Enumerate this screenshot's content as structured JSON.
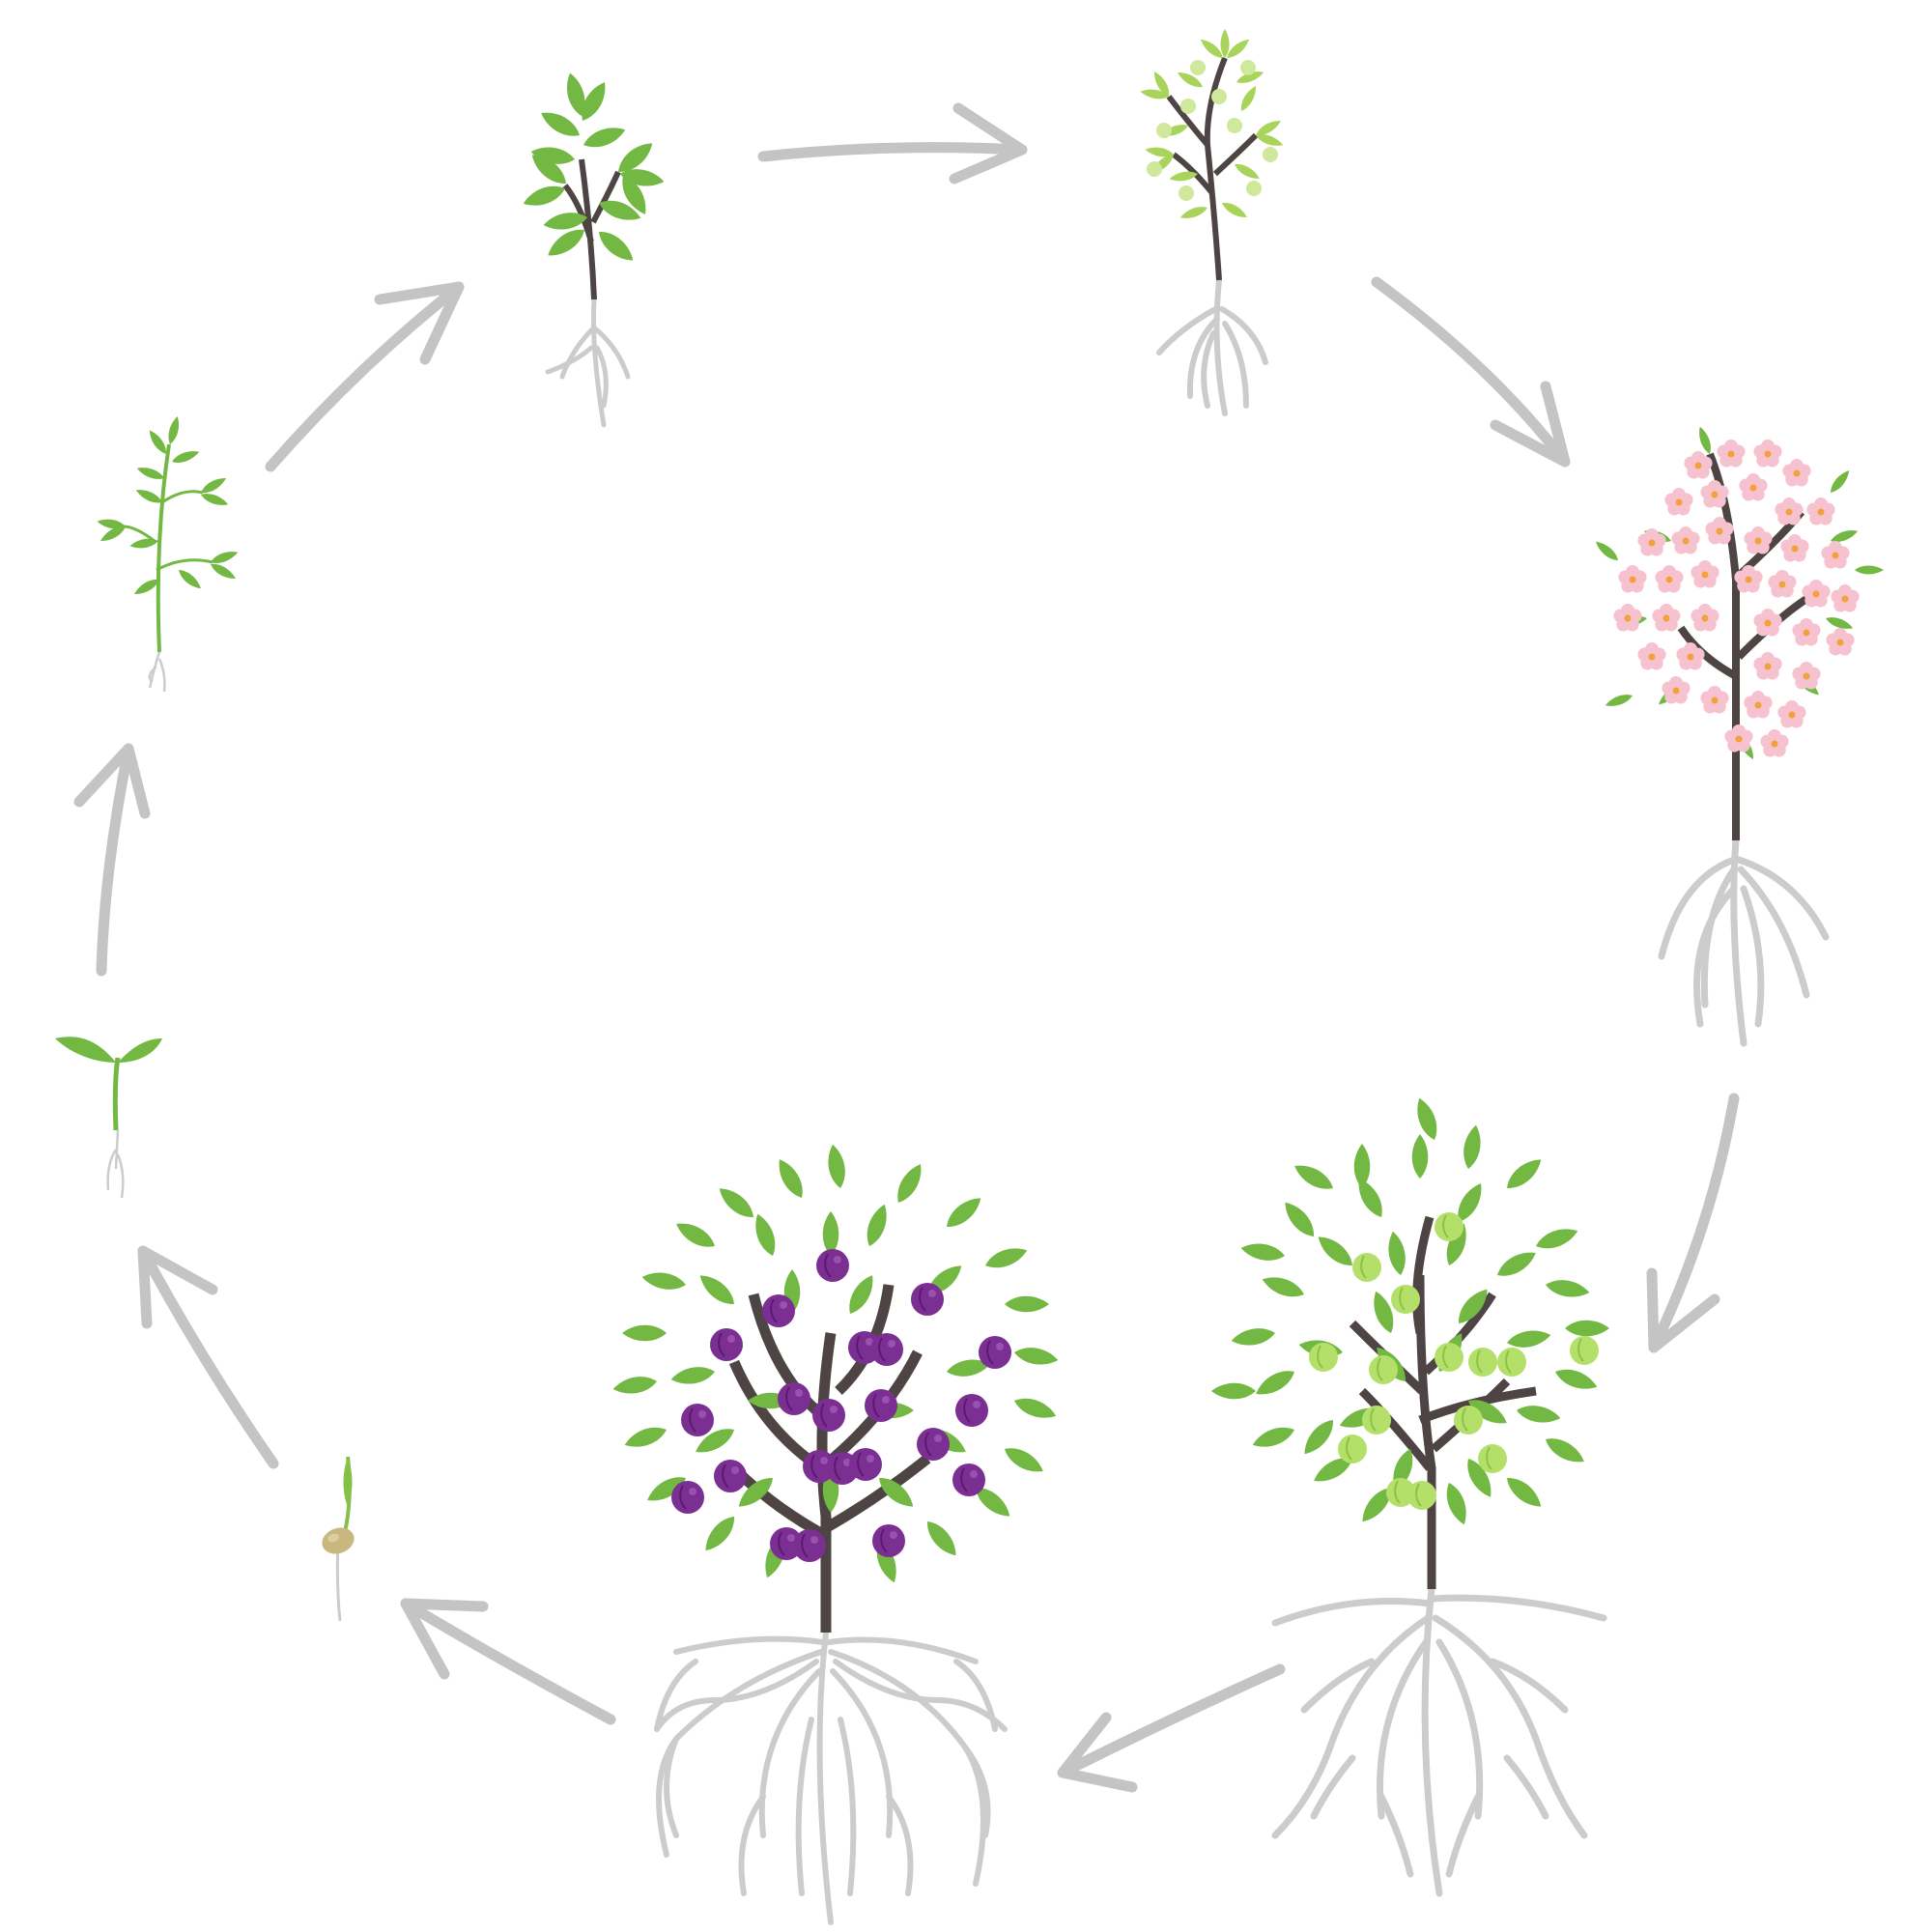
{
  "diagram": {
    "type": "cycle",
    "stages": [
      {
        "id": "seed",
        "icon": "germinating-seed-icon"
      },
      {
        "id": "sprout",
        "icon": "sprout-icon"
      },
      {
        "id": "seedling",
        "icon": "seedling-icon"
      },
      {
        "id": "young-plant",
        "icon": "young-plant-icon"
      },
      {
        "id": "budding-tree",
        "icon": "budding-tree-icon"
      },
      {
        "id": "flowering-tree",
        "icon": "flowering-tree-icon"
      },
      {
        "id": "green-fruit-tree",
        "icon": "green-fruit-tree-icon"
      },
      {
        "id": "ripe-plum-tree",
        "icon": "ripe-plum-tree-icon"
      }
    ],
    "colors": {
      "arrow": "#c4c4c4",
      "root": "#cccccc",
      "leaf": "#72b843",
      "leaf_light": "#a9d45b",
      "trunk": "#4e4444",
      "blossom": "#f7c2cf",
      "blossom_center": "#f2a23c",
      "green_fruit": "#b4e06a",
      "plum": "#7b2f93",
      "seed": "#c8b77f"
    }
  }
}
